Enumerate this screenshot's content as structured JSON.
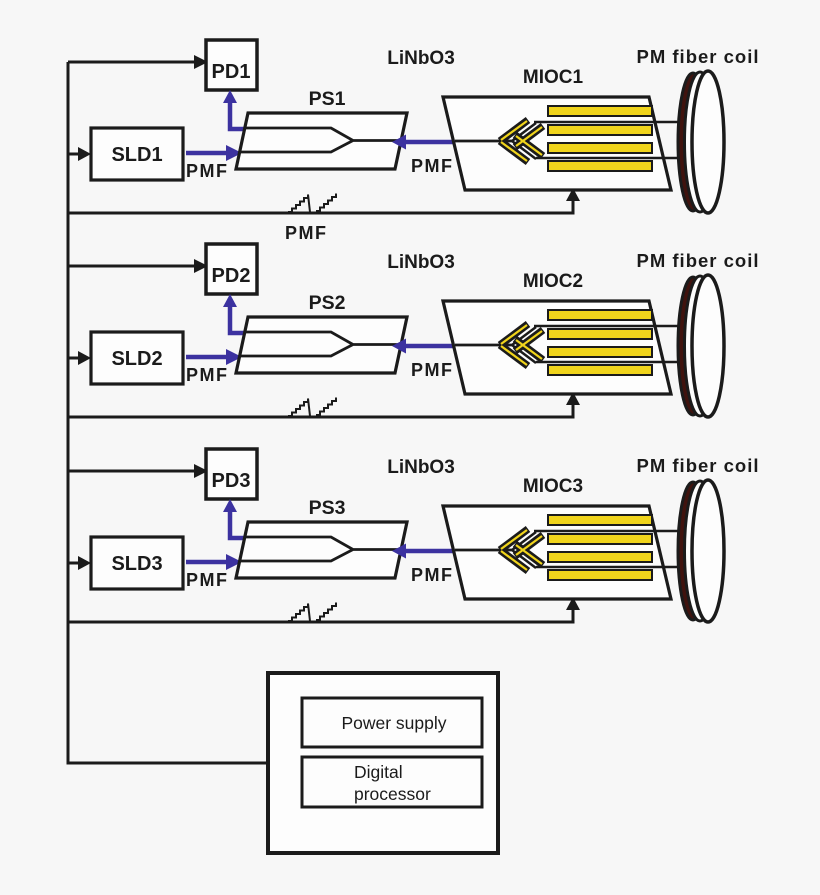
{
  "diagram": "three-axis fiber-optic gyroscope optical scheme",
  "colors": {
    "background": "#f7f7f7",
    "line": "#1b1b1b",
    "fiber_arrow_blue": "#3c32a0",
    "electrode_yellow": "#f0d41c",
    "coil_rim_maroon": "#40130e",
    "box_fill": "#fdfdfd"
  },
  "channels": [
    {
      "pd_label": "PD1",
      "sld_label": "SLD1",
      "ps_label": "PS1",
      "linbo3_label": "LiNbO3",
      "mioc_label": "MIOC1",
      "coil_label": "PM fiber coil",
      "pmf_source_label": "PMF",
      "pmf_link_label": "PMF",
      "pmf_feedback_label": "PMF"
    },
    {
      "pd_label": "PD2",
      "sld_label": "SLD2",
      "ps_label": "PS2",
      "linbo3_label": "LiNbO3",
      "mioc_label": "MIOC2",
      "coil_label": "PM fiber coil",
      "pmf_source_label": "PMF",
      "pmf_link_label": "PMF"
    },
    {
      "pd_label": "PD3",
      "sld_label": "SLD3",
      "ps_label": "PS3",
      "linbo3_label": "LiNbO3",
      "mioc_label": "MIOC3",
      "coil_label": "PM fiber coil",
      "pmf_source_label": "PMF",
      "pmf_link_label": "PMF"
    }
  ],
  "control_unit": {
    "power_supply_label": "Power supply",
    "digital_processor_line1": "Digital",
    "digital_processor_line2": "processor"
  }
}
